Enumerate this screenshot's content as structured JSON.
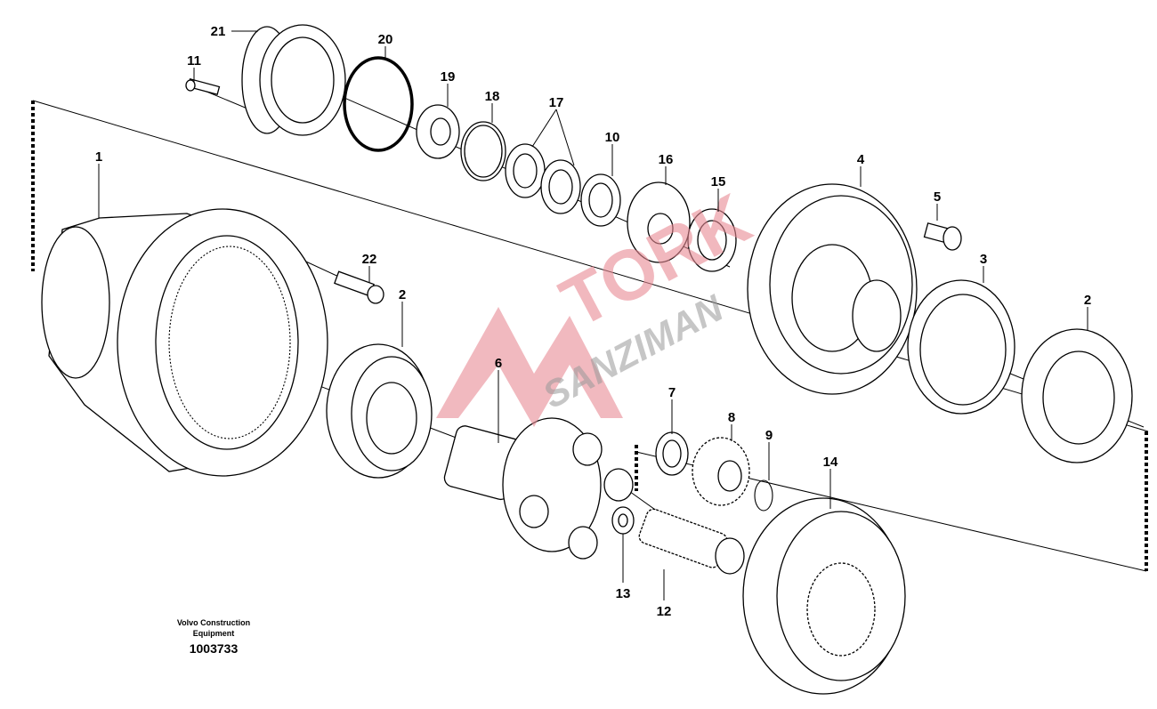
{
  "diagram": {
    "callouts": [
      "21",
      "20",
      "11",
      "19",
      "18",
      "17",
      "10",
      "16",
      "15",
      "4",
      "5",
      "1",
      "22",
      "2",
      "3",
      "2",
      "6",
      "7",
      "8",
      "9",
      "14",
      "13",
      "12"
    ]
  },
  "caption": {
    "line1": "Volvo Construction",
    "line2": "Equipment",
    "number": "1003733"
  },
  "watermark": {
    "brand": "TORK",
    "subtitle": "SANZIMAN"
  }
}
